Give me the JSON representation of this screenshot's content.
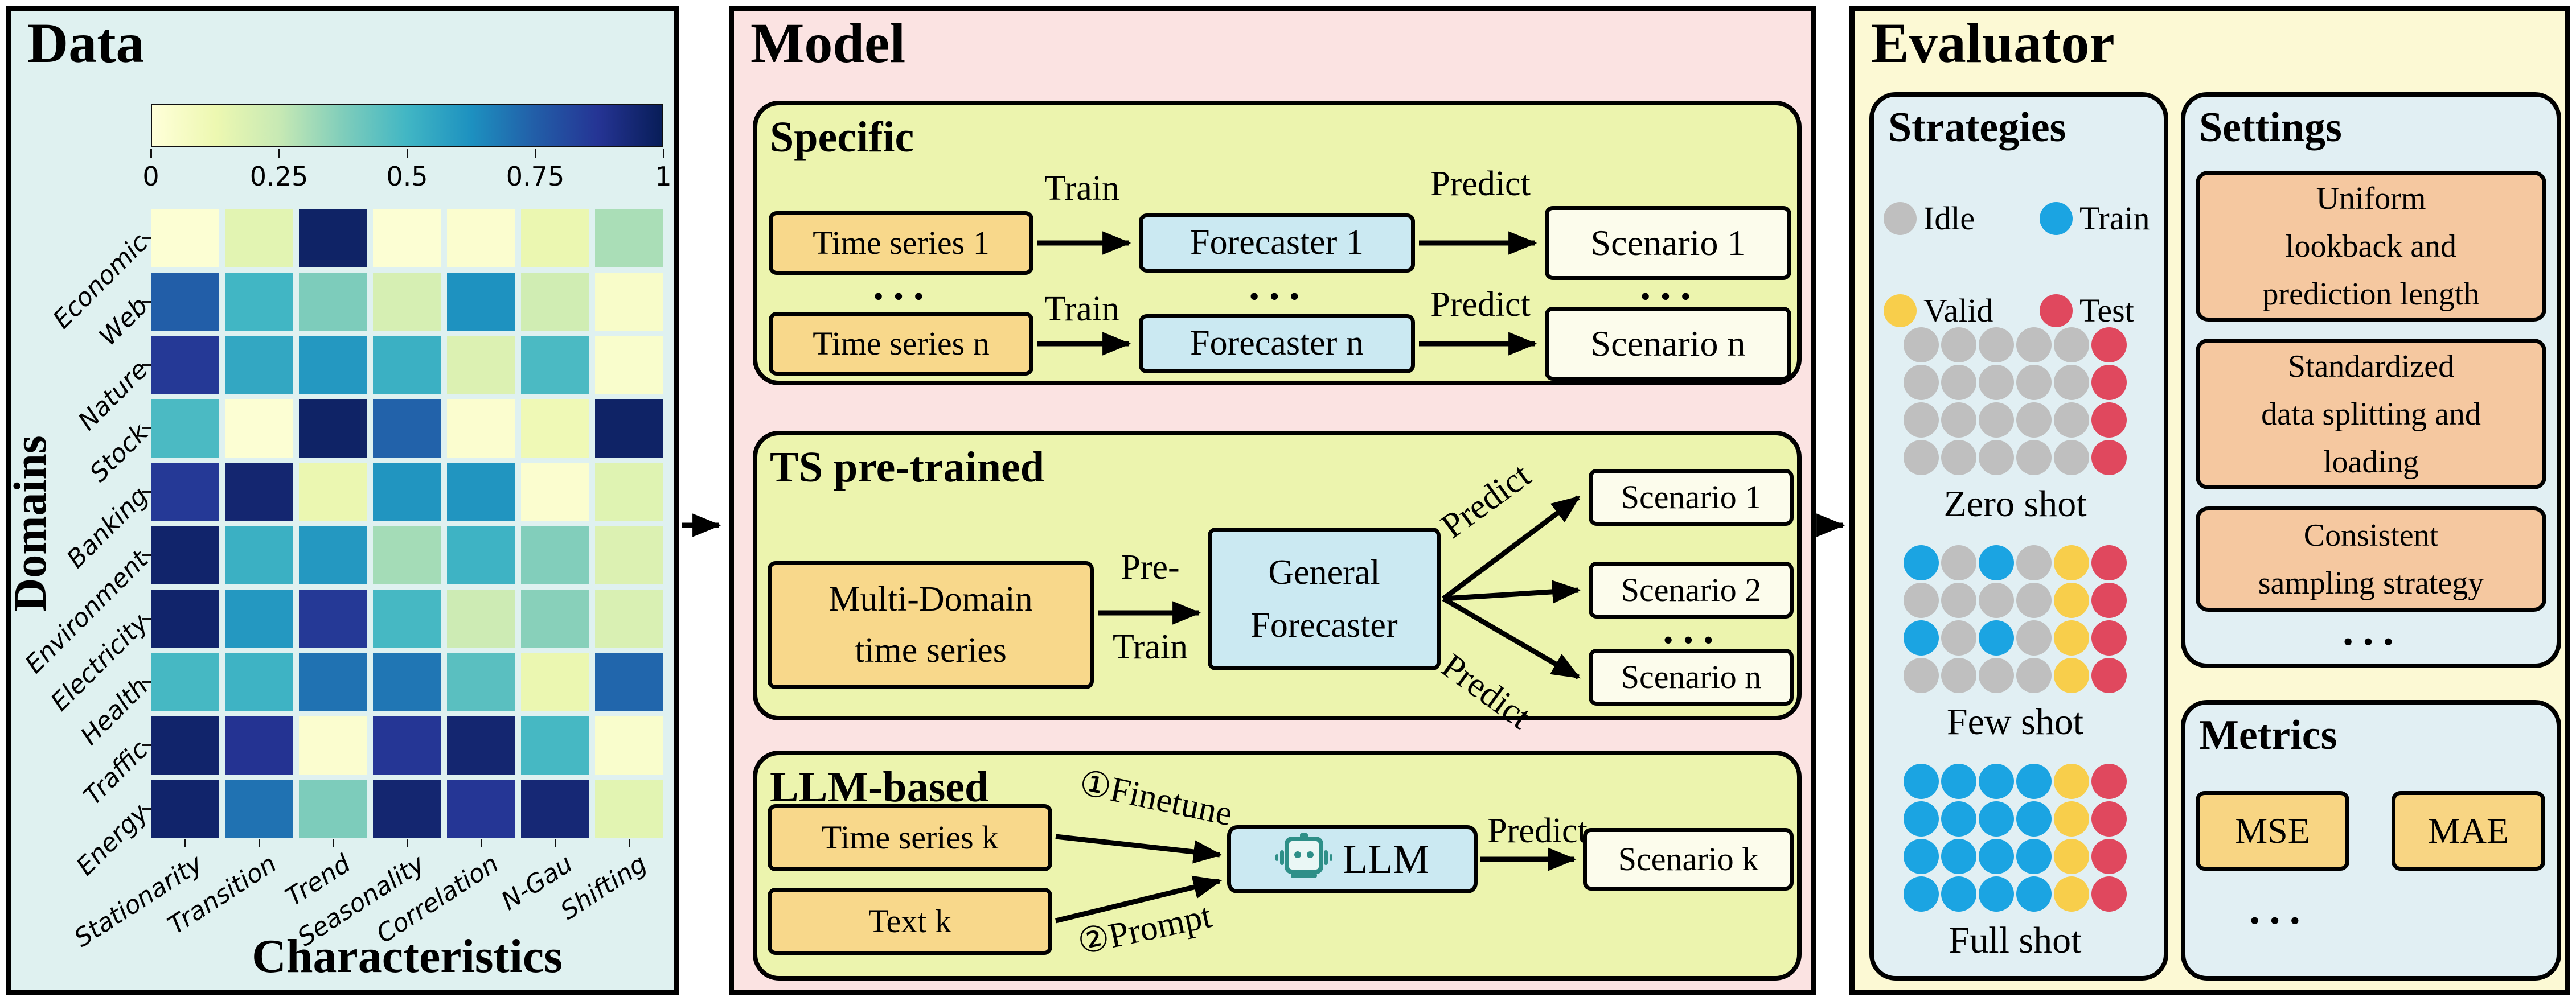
{
  "colors": {
    "data_panel_bg": "#dff1f0",
    "model_panel_bg": "#fbe3e2",
    "evaluator_panel_bg": "#fcf9d4",
    "subbox_bg": "#ecf4ae",
    "input_box_bg": "#f8d88b",
    "forecaster_box_bg": "#cbe9f2",
    "scenario_box_bg": "#fcfcec",
    "eval_box_bg": "#e1eff3",
    "setting_item_bg": "#f5c8a0",
    "metric_box_bg": "#f8d583",
    "robot_teal": "#2e8f88"
  },
  "data_panel": {
    "title": "Data",
    "domains_label": "Domains",
    "characteristics_label": "Characteristics"
  },
  "chart_data": {
    "type": "heatmap",
    "title": "",
    "xlabel": "Characteristics",
    "ylabel": "Domains",
    "colormap": "YlGnBu",
    "value_range": [
      0,
      1
    ],
    "colorbar_ticks": [
      "0",
      "0.25",
      "0.5",
      "0.75",
      "1"
    ],
    "x_categories": [
      "Stationarity",
      "Transition",
      "Trend",
      "Seasonality",
      "Correlation",
      "N-Gau",
      "Shifting"
    ],
    "y_categories": [
      "Economic",
      "Web",
      "Nature",
      "Stock",
      "Banking",
      "Environment",
      "Electricity",
      "Health",
      "Traffic",
      "Energy"
    ],
    "values": [
      [
        0.02,
        0.16,
        0.97,
        0.02,
        0.03,
        0.13,
        0.3
      ],
      [
        0.75,
        0.5,
        0.38,
        0.2,
        0.62,
        0.22,
        0.05
      ],
      [
        0.86,
        0.55,
        0.6,
        0.52,
        0.18,
        0.48,
        0.04
      ],
      [
        0.48,
        0.02,
        0.97,
        0.74,
        0.03,
        0.11,
        0.97
      ],
      [
        0.86,
        0.95,
        0.13,
        0.61,
        0.61,
        0.03,
        0.17
      ],
      [
        0.96,
        0.52,
        0.6,
        0.31,
        0.51,
        0.37,
        0.18
      ],
      [
        0.96,
        0.6,
        0.86,
        0.49,
        0.23,
        0.36,
        0.19
      ],
      [
        0.49,
        0.51,
        0.7,
        0.69,
        0.45,
        0.13,
        0.73
      ],
      [
        0.96,
        0.88,
        0.03,
        0.87,
        0.95,
        0.49,
        0.04
      ],
      [
        0.96,
        0.7,
        0.38,
        0.95,
        0.87,
        0.94,
        0.16
      ]
    ]
  },
  "model_panel": {
    "title": "Model",
    "specific": {
      "title": "Specific",
      "ellipsis": "···",
      "rows": [
        {
          "input": "Time series 1",
          "train": "Train",
          "forecaster": "Forecaster 1",
          "predict": "Predict",
          "scenario": "Scenario 1"
        },
        {
          "input": "Time series n",
          "train": "Train",
          "forecaster": "Forecaster n",
          "predict": "Predict",
          "scenario": "Scenario n"
        }
      ]
    },
    "ts_pretrained": {
      "title": "TS pre-trained",
      "input_lines": [
        "Multi-Domain",
        "time series"
      ],
      "pretrain_top": "Pre-",
      "pretrain_bottom": "Train",
      "forecaster_lines": [
        "General",
        "Forecaster"
      ],
      "predict_top": "Predict",
      "predict_bottom": "Predict",
      "scenarios": [
        "Scenario 1",
        "Scenario 2",
        "Scenario n"
      ],
      "ellipsis": "···"
    },
    "llm_based": {
      "title": "LLM-based",
      "time_series_input": "Time series k",
      "text_input": "Text k",
      "finetune": "①Finetune",
      "prompt": "②Prompt",
      "llm": "LLM",
      "predict": "Predict",
      "scenario": "Scenario k"
    }
  },
  "evaluator_panel": {
    "title": "Evaluator",
    "strategies": {
      "title": "Strategies",
      "colors": {
        "idle": "#bfbfbf",
        "train": "#1ba4e2",
        "valid": "#f8ce4b",
        "test": "#e0485e"
      },
      "legend": [
        {
          "label": "Idle",
          "key": "idle"
        },
        {
          "label": "Train",
          "key": "train"
        },
        {
          "label": "Valid",
          "key": "valid"
        },
        {
          "label": "Test",
          "key": "test"
        }
      ],
      "grids": [
        {
          "label": "Zero shot",
          "rows": [
            [
              "idle",
              "idle",
              "idle",
              "idle",
              "idle",
              "test"
            ],
            [
              "idle",
              "idle",
              "idle",
              "idle",
              "idle",
              "test"
            ],
            [
              "idle",
              "idle",
              "idle",
              "idle",
              "idle",
              "test"
            ],
            [
              "idle",
              "idle",
              "idle",
              "idle",
              "idle",
              "test"
            ]
          ]
        },
        {
          "label": "Few shot",
          "rows": [
            [
              "train",
              "idle",
              "train",
              "idle",
              "valid",
              "test"
            ],
            [
              "idle",
              "idle",
              "idle",
              "idle",
              "valid",
              "test"
            ],
            [
              "train",
              "idle",
              "train",
              "idle",
              "valid",
              "test"
            ],
            [
              "idle",
              "idle",
              "idle",
              "idle",
              "valid",
              "test"
            ]
          ]
        },
        {
          "label": "Full shot",
          "rows": [
            [
              "train",
              "train",
              "train",
              "train",
              "valid",
              "test"
            ],
            [
              "train",
              "train",
              "train",
              "train",
              "valid",
              "test"
            ],
            [
              "train",
              "train",
              "train",
              "train",
              "valid",
              "test"
            ],
            [
              "train",
              "train",
              "train",
              "train",
              "valid",
              "test"
            ]
          ]
        }
      ]
    },
    "settings": {
      "title": "Settings",
      "items": [
        [
          "Uniform",
          "lookback and",
          "prediction length"
        ],
        [
          "Standardized",
          "data splitting and",
          "loading"
        ],
        [
          "Consistent",
          "sampling strategy"
        ]
      ],
      "ellipsis": "···"
    },
    "metrics": {
      "title": "Metrics",
      "items": [
        "MSE",
        "MAE"
      ],
      "ellipsis": "···"
    }
  }
}
